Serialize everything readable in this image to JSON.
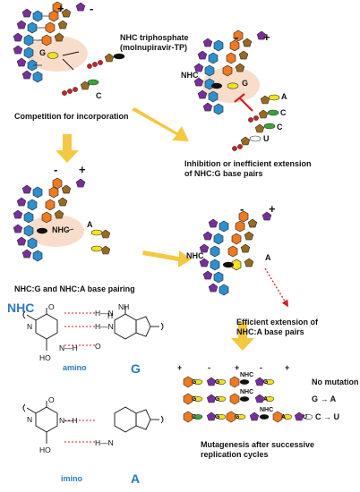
{
  "panels": {
    "competition": {
      "label": "Competition for incorporation",
      "tp_label": "NHC triphosphate\n(molnupiravir-TP)",
      "base_G": "G",
      "base_C": "C",
      "strand_plus": "+",
      "strand_minus": "-"
    },
    "inhibition": {
      "label": "Inhibition or inefficient extension\nof NHC:G base pairs",
      "nhc": "NHC",
      "base_G": "G",
      "base_A": "A",
      "base_C": "C",
      "base_U": "U",
      "strand_plus": "+",
      "strand_minus": "-"
    },
    "pairing": {
      "label": "NHC:G and NHC:A base pairing",
      "nhc": "NHC",
      "base_A": "A",
      "strand_plus": "+",
      "strand_minus": "-"
    },
    "extension": {
      "label": "Efficient extension of\nNHC:A base pairs",
      "nhc": "NHC",
      "base_A": "A",
      "strand_plus": "+",
      "strand_minus": "-"
    }
  },
  "chemistry": {
    "title": "NHC",
    "amino_label": "amino",
    "imino_label": "imino",
    "G_label": "G",
    "A_label": "A",
    "atoms": {
      "N": "N",
      "O": "O",
      "H": "H",
      "NH": "N—H",
      "HN": "H—N",
      "HO": "HO",
      "NH2": "NH",
      "twoH": "H",
      "O2": "O",
      "HN2": "H—N",
      "NH3": "N—H",
      "HO2": "HO"
    }
  },
  "mutagenesis": {
    "label": "Mutagenesis after successive\nreplication cycles",
    "signs": [
      "+",
      "-",
      "+",
      "-",
      "+"
    ],
    "rows": [
      {
        "bases": [
          "G",
          "G",
          "NHC",
          "G"
        ],
        "result": "No mutation"
      },
      {
        "bases": [
          "G",
          "G",
          "NHC",
          "A"
        ],
        "result": "G → A"
      },
      {
        "bases": [
          "C",
          "G",
          "G",
          "NHC",
          "A",
          "U"
        ],
        "result": "C → U"
      }
    ]
  },
  "colors": {
    "purple": "#7a2e9e",
    "blue": "#2a90d0",
    "orange": "#f07a1e",
    "brown": "#9a6a1e",
    "yellow": "#f2e21a",
    "green": "#3aa43a",
    "arrow": "#f5c842",
    "red": "#d02020",
    "bond_pink": "#f6cfb5"
  }
}
